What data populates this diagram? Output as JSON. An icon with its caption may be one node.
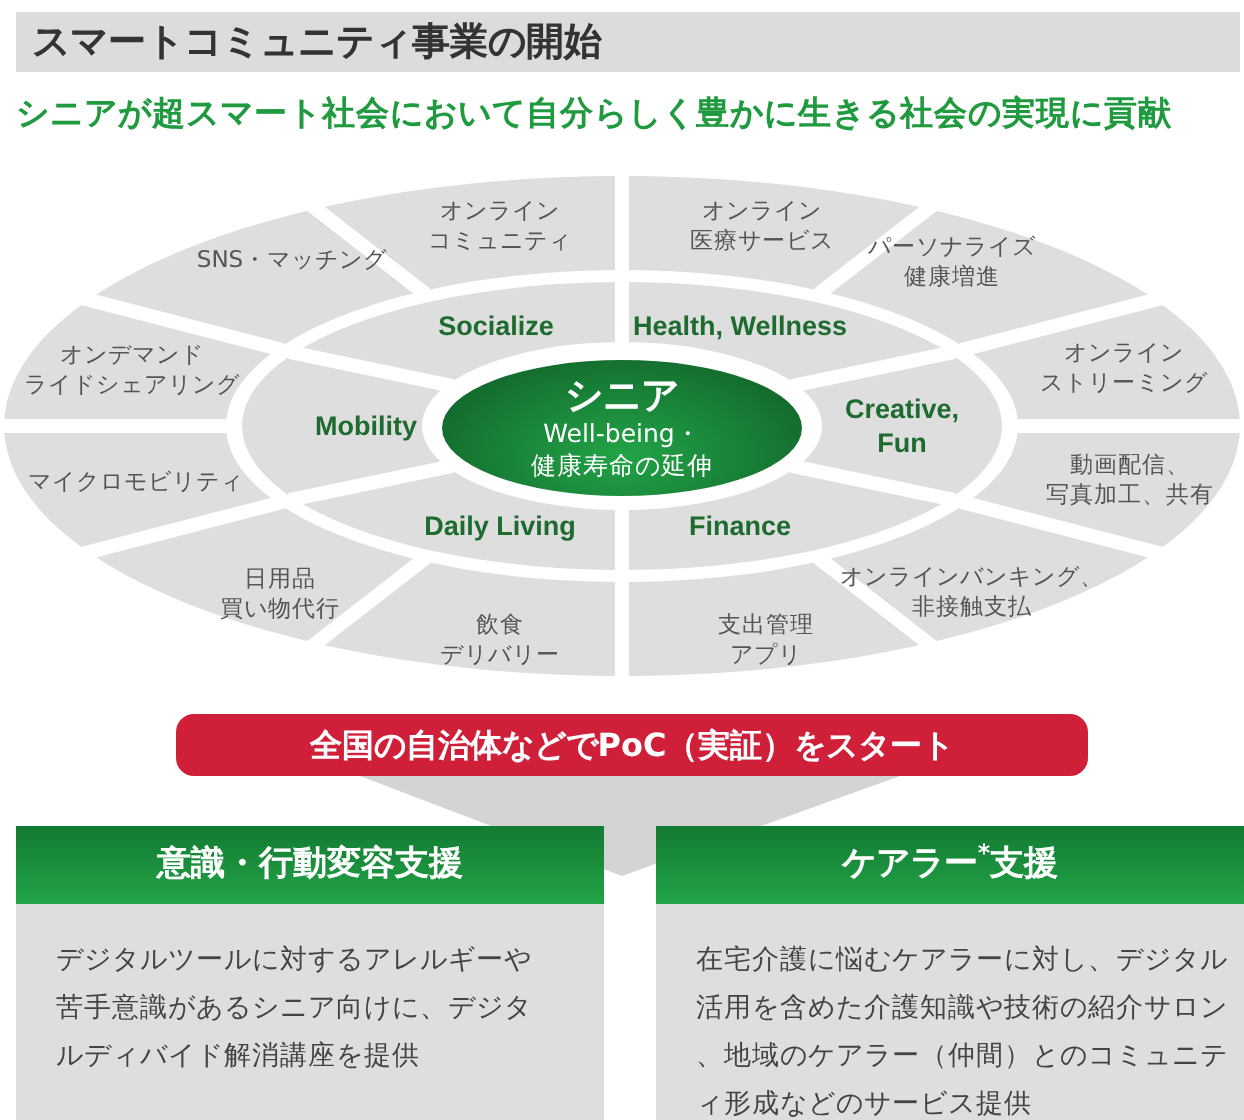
{
  "diagram": {
    "title": "スマートコミュニティ事業の開始",
    "nodes": [
      {
        "text": [
          "シニア",
          "Well-being・健康寿命の延伸"
        ]
      },
      {
        "text": [
          "Socialize"
        ]
      },
      {
        "text": [
          "Health, Wellness"
        ]
      },
      {
        "text": [
          "Creative, Fun"
        ]
      },
      {
        "text": [
          "Finance"
        ]
      },
      {
        "text": [
          "Daily Living"
        ]
      },
      {
        "text": [
          "Mobility"
        ]
      },
      {
        "text": [
          "SNS・マッチング"
        ]
      },
      {
        "text": [
          "オンラインコミュニティ"
        ]
      },
      {
        "text": [
          "オンライン医療サービス"
        ]
      },
      {
        "text": [
          "パーソナライズ健康増進"
        ]
      },
      {
        "text": [
          "オンラインストリーミング"
        ]
      },
      {
        "text": [
          "動画配信、写真加工、共有"
        ]
      },
      {
        "text": [
          "オンラインバンキング、非接触支払"
        ]
      },
      {
        "text": [
          "支出管理アプリ"
        ]
      },
      {
        "text": [
          "飲食デリバリー"
        ]
      },
      {
        "text": [
          "日用品買い物代行"
        ]
      },
      {
        "text": [
          "マイクロモビリティ"
        ]
      },
      {
        "text": [
          "オンデマンドライドシェアリング"
        ]
      },
      {
        "text": [
          "全国の自治体などでPoC（実証）をスタート"
        ]
      },
      {
        "text": [
          "意識・行動変容支援",
          "デジタルツールに対するアレルギーや苦手意識があるシニア向けに、デジタルディバイド解消講座を提供"
        ]
      },
      {
        "text": [
          "ケアラー$^{*}$支援",
          "在宅介護に悩むケアラーに対し、デジタル活用を含めた介護知識や技術の紹介サロン、地域のケアラー（仲間）とのコミュニティ形成などのサービス提供"
        ]
      },
      {
        "text": [],
        "shape": "triangle"
      }
    ],
    "labels": [
      "シニアが超スマート社会において自分らしく豊かに生きる社会の実現に貢献"
    ]
  }
}
